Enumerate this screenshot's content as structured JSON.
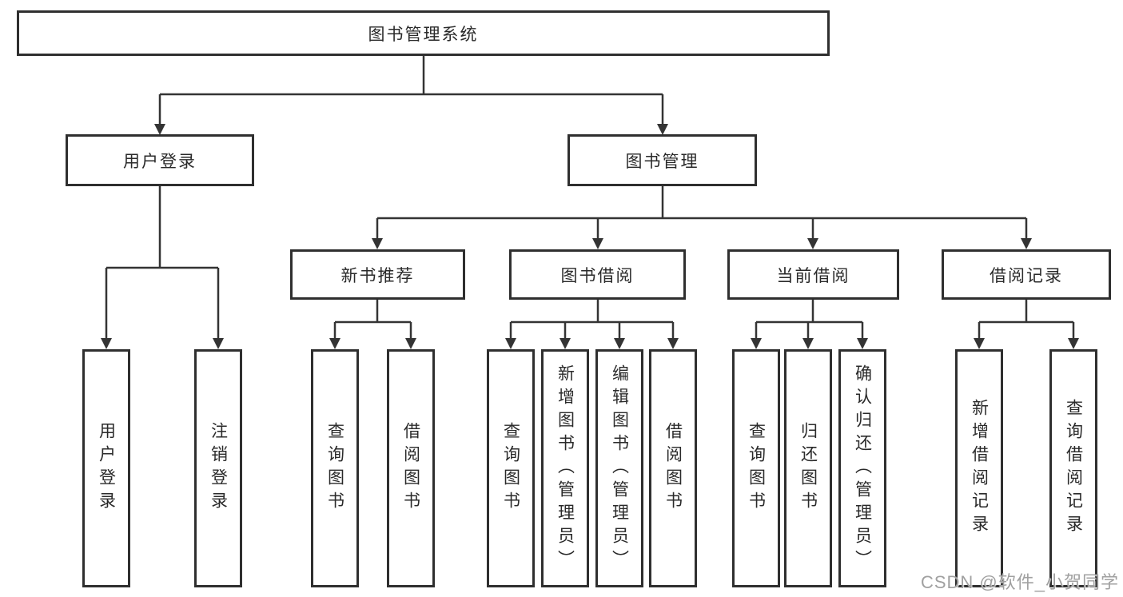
{
  "diagram": {
    "type": "hierarchy-tree",
    "root": {
      "label": "图书管理系统"
    },
    "level2": [
      {
        "label": "用户登录"
      },
      {
        "label": "图书管理"
      }
    ],
    "level3": [
      {
        "label": "新书推荐",
        "parent": "图书管理"
      },
      {
        "label": "图书借阅",
        "parent": "图书管理"
      },
      {
        "label": "当前借阅",
        "parent": "图书管理"
      },
      {
        "label": "借阅记录",
        "parent": "图书管理"
      }
    ],
    "leaves": [
      {
        "label": "用户登录",
        "parent": "用户登录"
      },
      {
        "label": "注销登录",
        "parent": "用户登录"
      },
      {
        "label": "查询图书",
        "parent": "新书推荐"
      },
      {
        "label": "借阅图书",
        "parent": "新书推荐"
      },
      {
        "label": "查询图书",
        "parent": "图书借阅"
      },
      {
        "label": "新增图书（管理员）",
        "parent": "图书借阅"
      },
      {
        "label": "编辑图书（管理员）",
        "parent": "图书借阅"
      },
      {
        "label": "借阅图书",
        "parent": "图书借阅"
      },
      {
        "label": "查询图书",
        "parent": "当前借阅"
      },
      {
        "label": "归还图书",
        "parent": "当前借阅"
      },
      {
        "label": "确认归还（管理员）",
        "parent": "当前借阅"
      },
      {
        "label": "新增借阅记录",
        "parent": "借阅记录"
      },
      {
        "label": "查询借阅记录",
        "parent": "借阅记录"
      }
    ],
    "colors": {
      "line": "#343434",
      "border": "#2f2f2f",
      "text": "#2a2a2a",
      "background": "#ffffff",
      "watermark": "#a0a0a0"
    }
  },
  "watermark": {
    "text": "CSDN @软件_小贺同学"
  }
}
